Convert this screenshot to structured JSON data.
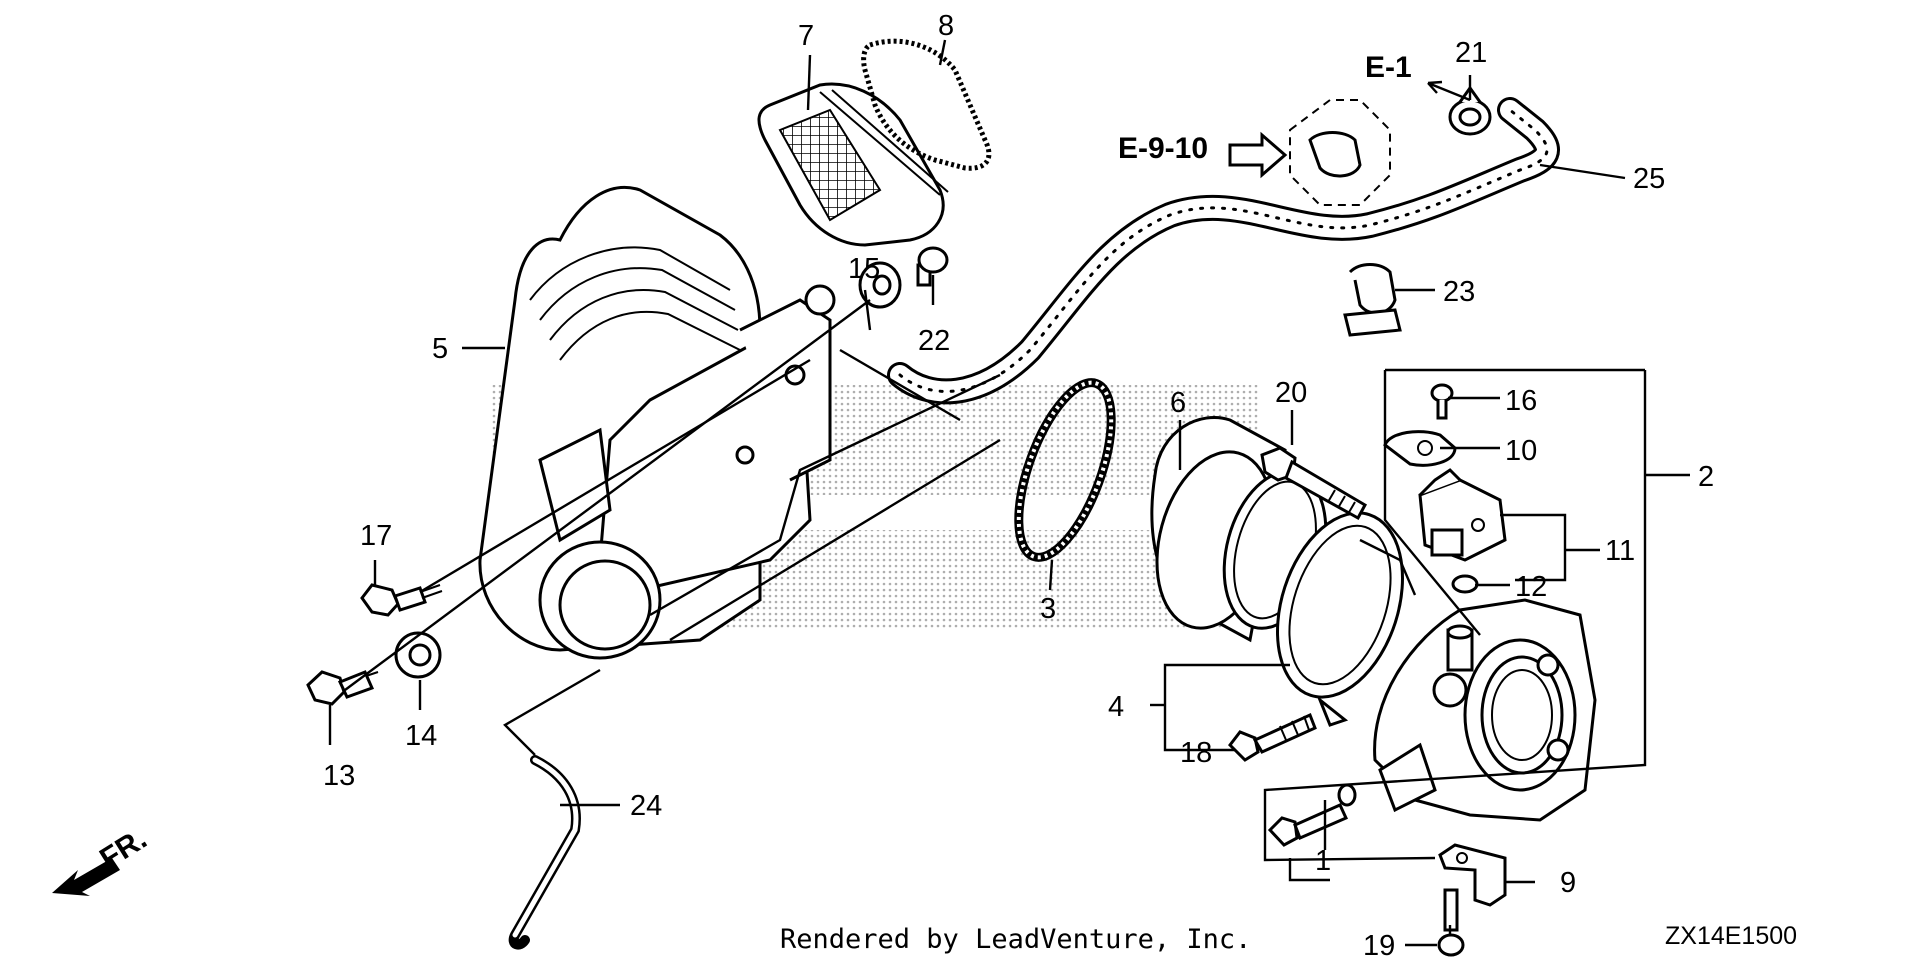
{
  "callouts": {
    "p1": "1",
    "p2": "2",
    "p3": "3",
    "p4": "4",
    "p5": "5",
    "p6": "6",
    "p7": "7",
    "p8": "8",
    "p9": "9",
    "p10": "10",
    "p11": "11",
    "p12": "12",
    "p13": "13",
    "p14": "14",
    "p15": "15",
    "p16": "16",
    "p17": "17",
    "p18": "18",
    "p19": "19",
    "p20": "20",
    "p21": "21",
    "p22": "22",
    "p23": "23",
    "p24": "24",
    "p25": "25"
  },
  "refs": {
    "e1": "E-1",
    "e910": "E-9-10",
    "fr": "FR."
  },
  "footer": {
    "credit": "Rendered by LeadVenture, Inc.",
    "code": "ZX14E1500"
  },
  "colors": {
    "ink": "#000000",
    "background": "#ffffff",
    "watermark": "#b0b0b0"
  }
}
